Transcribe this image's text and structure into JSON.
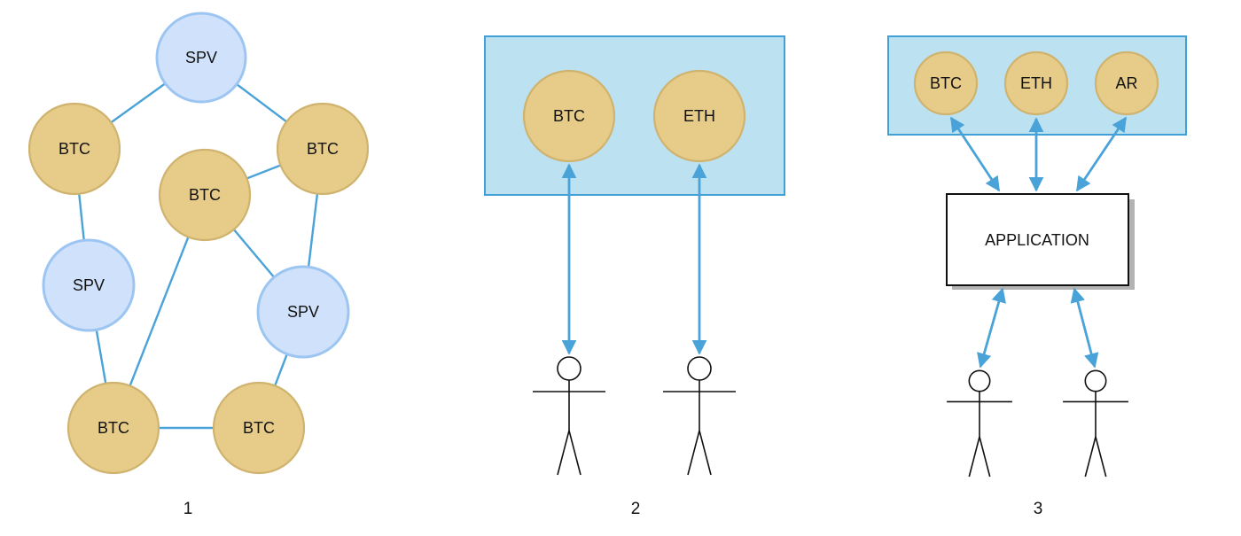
{
  "colors": {
    "btc_fill": "#e6cc88",
    "btc_stroke": "#cfb36e",
    "spv_fill": "#d0e2fb",
    "spv_stroke": "#9dc5f2",
    "edge": "#4aa3d8",
    "container_fill": "#bce2f2",
    "container_stroke": "#41a0d6",
    "app_fill": "#ffffff",
    "app_stroke": "#111111",
    "shadow": "#b3b3b3"
  },
  "panel1": {
    "caption": "1",
    "nodes": [
      {
        "id": "spv-top",
        "label": "SPV",
        "kind": "spv"
      },
      {
        "id": "btc-left",
        "label": "BTC",
        "kind": "btc"
      },
      {
        "id": "btc-right",
        "label": "BTC",
        "kind": "btc"
      },
      {
        "id": "btc-center",
        "label": "BTC",
        "kind": "btc"
      },
      {
        "id": "spv-left",
        "label": "SPV",
        "kind": "spv"
      },
      {
        "id": "spv-right",
        "label": "SPV",
        "kind": "spv"
      },
      {
        "id": "btc-bottom-left",
        "label": "BTC",
        "kind": "btc"
      },
      {
        "id": "btc-bottom-right",
        "label": "BTC",
        "kind": "btc"
      }
    ],
    "edges": [
      [
        "spv-top",
        "btc-left"
      ],
      [
        "spv-top",
        "btc-right"
      ],
      [
        "btc-center",
        "btc-right"
      ],
      [
        "btc-left",
        "spv-left"
      ],
      [
        "btc-right",
        "spv-right"
      ],
      [
        "btc-center",
        "spv-right"
      ],
      [
        "spv-left",
        "btc-bottom-left"
      ],
      [
        "btc-center",
        "btc-bottom-left"
      ],
      [
        "btc-bottom-left",
        "btc-bottom-right"
      ],
      [
        "spv-right",
        "btc-bottom-right"
      ]
    ]
  },
  "panel2": {
    "caption": "2",
    "nodes": [
      {
        "id": "p2-btc",
        "label": "BTC",
        "kind": "btc"
      },
      {
        "id": "p2-eth",
        "label": "ETH",
        "kind": "btc"
      }
    ],
    "users": [
      {
        "id": "p2-user-1",
        "connects": "p2-btc"
      },
      {
        "id": "p2-user-2",
        "connects": "p2-eth"
      }
    ]
  },
  "panel3": {
    "caption": "3",
    "nodes": [
      {
        "id": "p3-btc",
        "label": "BTC",
        "kind": "btc"
      },
      {
        "id": "p3-eth",
        "label": "ETH",
        "kind": "btc"
      },
      {
        "id": "p3-ar",
        "label": "AR",
        "kind": "btc"
      }
    ],
    "application_label": "APPLICATION",
    "users": [
      {
        "id": "p3-user-1"
      },
      {
        "id": "p3-user-2"
      }
    ]
  }
}
